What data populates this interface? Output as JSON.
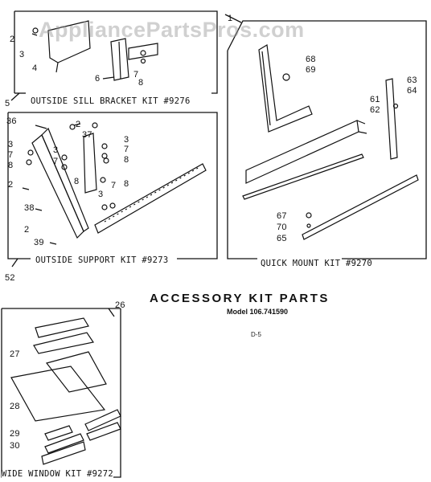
{
  "watermark": "AppliancePartsPros.com",
  "title": "ACCESSORY KIT PARTS",
  "model": "Model 106.741590",
  "page_code": "D-5",
  "kits": {
    "sill": {
      "name": "OUTSIDE SILL BRACKET KIT #9276",
      "ref": "5"
    },
    "support": {
      "name": "OUTSIDE SUPPORT KIT #9273",
      "ref": "52"
    },
    "quick": {
      "name": "QUICK MOUNT KIT #9270",
      "ref": "1"
    },
    "wide": {
      "name": "WIDE WINDOW KIT #9272",
      "ref": "26"
    }
  },
  "parts": {
    "sill": [
      "2",
      "3",
      "4",
      "6",
      "7",
      "8"
    ],
    "support": [
      "36",
      "2",
      "37",
      "3",
      "7",
      "8",
      "3",
      "7",
      "8",
      "3",
      "7",
      "8",
      "3",
      "7",
      "8",
      "2",
      "38",
      "2",
      "39"
    ],
    "quick": [
      "68",
      "69",
      "63",
      "64",
      "61",
      "62",
      "67",
      "70",
      "65"
    ],
    "wide": [
      "27",
      "28",
      "29",
      "30"
    ]
  },
  "colors": {
    "ink": "#111111",
    "watermark": "#969696"
  }
}
